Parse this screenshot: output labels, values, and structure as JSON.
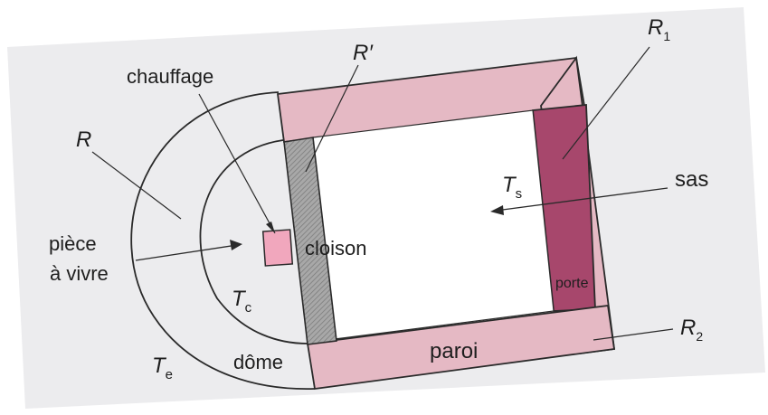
{
  "labels": {
    "chauffage": "chauffage",
    "r_prime": "R′",
    "r1_main": "R",
    "r1_sub": "1",
    "r": "R",
    "sas": "sas",
    "ts_main": "T",
    "ts_sub": "s",
    "piece_line1": "pièce",
    "piece_line2": "à vivre",
    "cloison": "cloison",
    "porte": "porte",
    "tc_main": "T",
    "tc_sub": "c",
    "dome": "dôme",
    "paroi": "paroi",
    "r2_main": "R",
    "r2_sub": "2",
    "te_main": "T",
    "te_sub": "e"
  },
  "colors": {
    "page_background": "#ececee",
    "wall_pink": "#e5b9c4",
    "door_magenta": "#a7476c",
    "heater_pink": "#f1a7bd",
    "partition_grey": "#9c9c9c",
    "outline": "#2a2a2a"
  }
}
